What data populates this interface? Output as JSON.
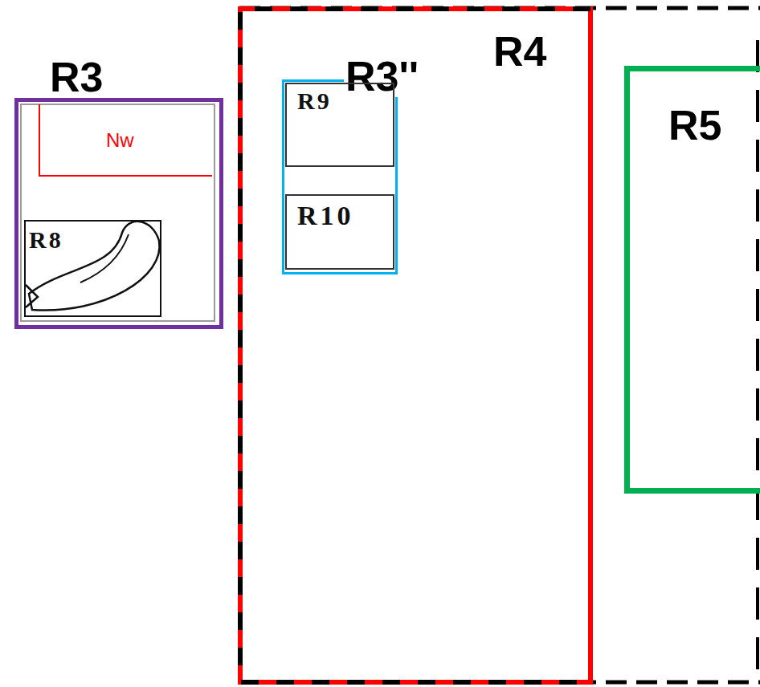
{
  "diagram": {
    "nodes": [
      {
        "text": [
          "R3"
        ]
      },
      {
        "text": [
          "Nw"
        ],
        "in": 0
      },
      {
        "text": [
          "R8"
        ],
        "in": 0
      },
      {
        "text": [
          "R4"
        ]
      },
      {
        "text": [
          "R3''"
        ],
        "in": 3
      },
      {
        "text": [
          "R9"
        ],
        "in": 4
      },
      {
        "text": [
          "R10"
        ],
        "in": 4
      },
      {
        "text": [
          "R5"
        ]
      }
    ],
    "edges": []
  }
}
